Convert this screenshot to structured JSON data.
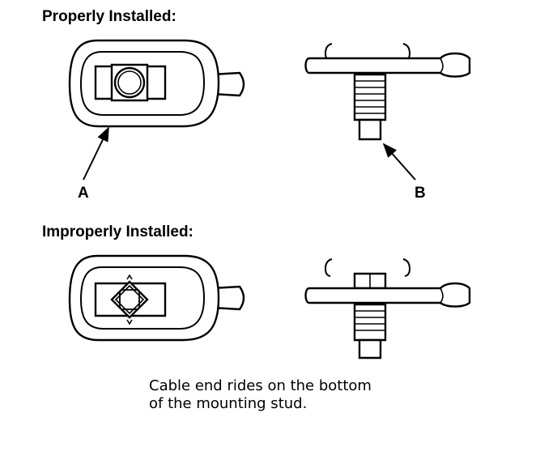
{
  "headings": {
    "properly": "Properly Installed:",
    "improperly": "Improperly Installed:"
  },
  "callouts": {
    "a": "A",
    "b": "B"
  },
  "caption": {
    "line1": "Cable end rides on the bottom",
    "line2": "of the mounting stud."
  }
}
